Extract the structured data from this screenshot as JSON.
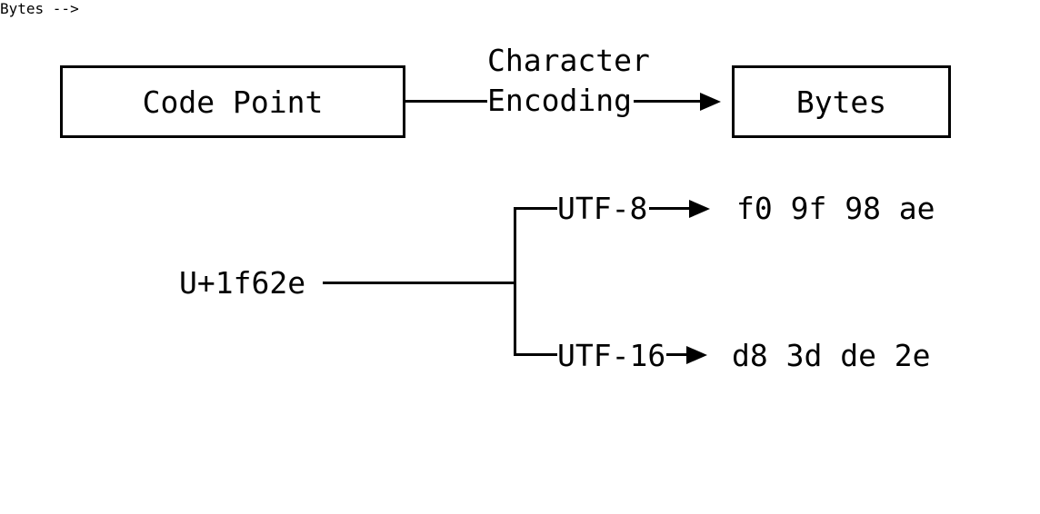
{
  "diagram": {
    "title_concept": "character encoding flow",
    "top_row": {
      "left_box_label": "Code Point",
      "arrow_label_line1": "Character",
      "arrow_label_line2": "Encoding",
      "right_box_label": "Bytes"
    },
    "example": {
      "code_point": "U+1f62e",
      "branches": [
        {
          "encoding": "UTF-8",
          "bytes": "f0 9f 98 ae"
        },
        {
          "encoding": "UTF-16",
          "bytes": "d8 3d de 2e"
        }
      ]
    },
    "colors": {
      "foreground": "#000000",
      "background": "#ffffff"
    }
  }
}
